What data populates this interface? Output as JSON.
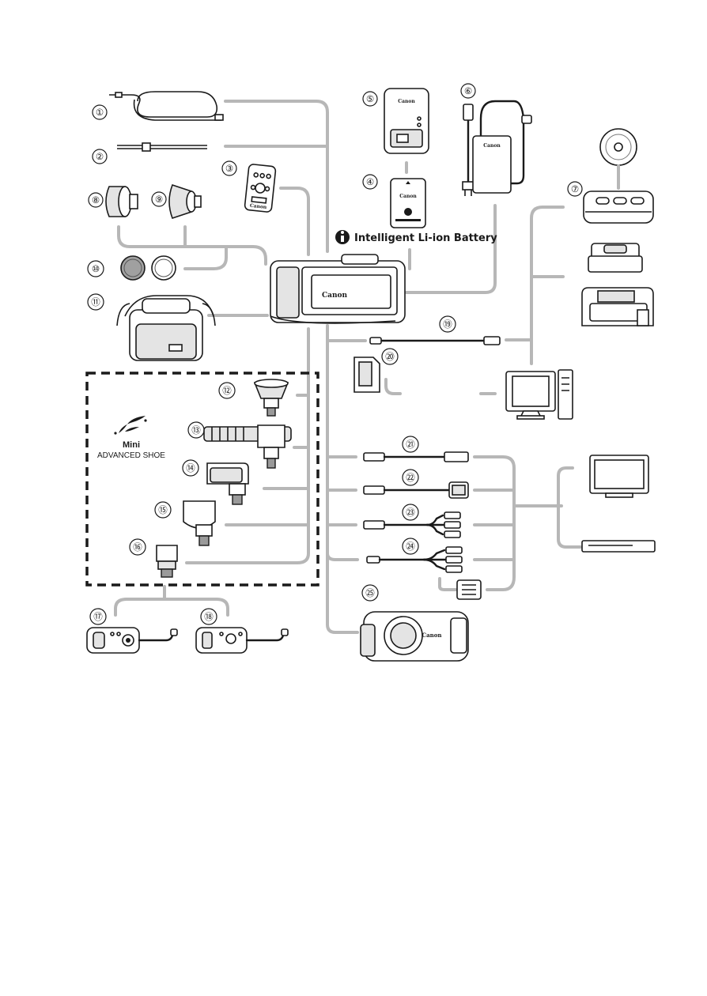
{
  "items": [
    {
      "num": "①"
    },
    {
      "num": "②"
    },
    {
      "num": "③"
    },
    {
      "num": "④"
    },
    {
      "num": "⑤"
    },
    {
      "num": "⑥"
    },
    {
      "num": "⑦"
    },
    {
      "num": "⑧"
    },
    {
      "num": "⑨"
    },
    {
      "num": "⑩"
    },
    {
      "num": "⑪"
    },
    {
      "num": "⑫"
    },
    {
      "num": "⑬"
    },
    {
      "num": "⑭"
    },
    {
      "num": "⑮"
    },
    {
      "num": "⑯"
    },
    {
      "num": "⑰"
    },
    {
      "num": "⑱"
    },
    {
      "num": "⑲"
    },
    {
      "num": "⑳"
    },
    {
      "num": "㉑"
    },
    {
      "num": "㉒"
    },
    {
      "num": "㉓"
    },
    {
      "num": "㉔"
    },
    {
      "num": "㉕"
    }
  ],
  "labels": {
    "battery": "Intelligent Li-ion Battery",
    "shoe_mini": "Mini",
    "shoe_name": "ADVANCED SHOE",
    "brand": "Canon"
  },
  "icons": {
    "battery_badge": "info-battery-icon",
    "shoe_logo": "mini-advanced-shoe-logo"
  }
}
